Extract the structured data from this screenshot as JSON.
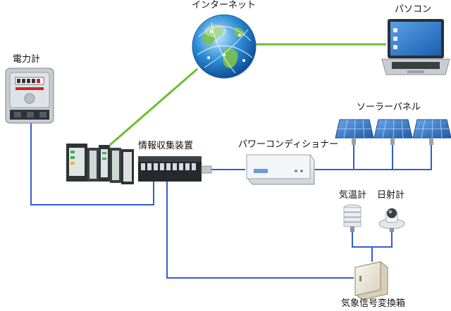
{
  "labels": {
    "internet": "インターネット",
    "pc": "パソコン",
    "meter": "電力計",
    "collector": "情報収集装置",
    "solar": "ソーラーパネル",
    "pcs": "パワーコンディショナー",
    "thermo": "気温計",
    "pyrano": "日射計",
    "converter": "気象信号変換箱"
  },
  "colors": {
    "network_link": "#6abf2e",
    "signal_wire": "#2f5fd0",
    "globe_ocean": "#2f8fd8",
    "globe_land": "#7cc24a",
    "solar_cell": "#3a78c9"
  },
  "icons": {
    "internet": "globe-icon",
    "pc": "laptop-icon",
    "meter": "electric-meter-icon",
    "collector": "plc-unit-icon",
    "pcs": "power-conditioner-icon",
    "solar": "solar-panel-icon",
    "thermo": "thermometer-shelter-icon",
    "pyrano": "pyranometer-icon",
    "converter": "junction-box-icon"
  }
}
